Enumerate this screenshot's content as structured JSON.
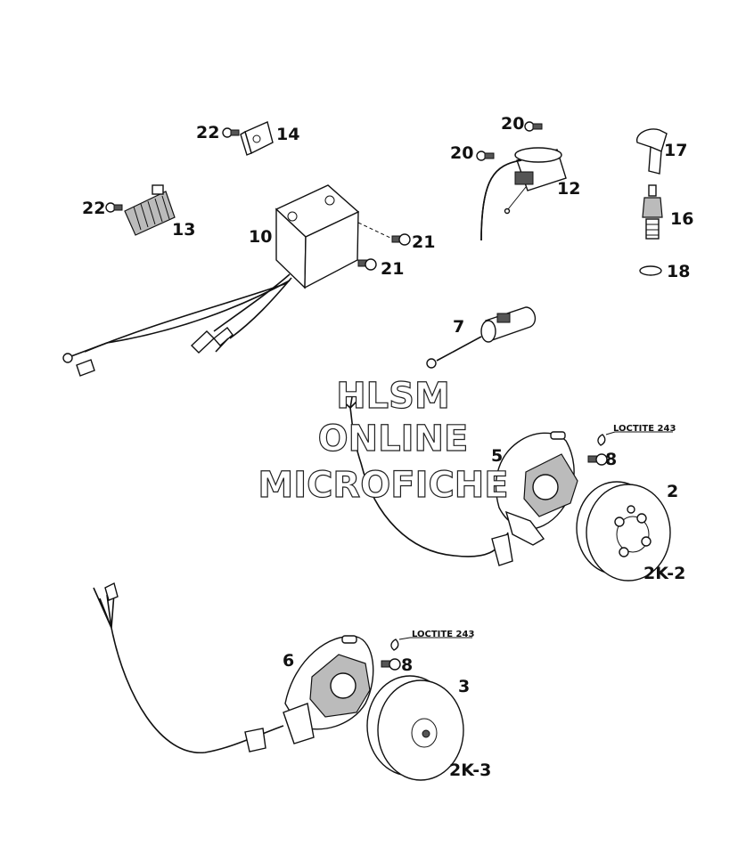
{
  "labels": {
    "p2": "2",
    "p3": "3",
    "p5": "5",
    "p6": "6",
    "p7": "7",
    "p8a": "8",
    "p8b": "8",
    "p10": "10",
    "p12": "12",
    "p13": "13",
    "p14": "14",
    "p16": "16",
    "p17": "17",
    "p18": "18",
    "p20a": "20",
    "p20b": "20",
    "p21a": "21",
    "p21b": "21",
    "p22a": "22",
    "p22b": "22",
    "k2": "2K-2",
    "k3": "2K-3"
  },
  "notes": {
    "loctite_upper": "LOCTITE 243",
    "loctite_lower": "LOCTITE 243"
  },
  "watermark": {
    "line1": "HLSM",
    "line2": "ONLINE",
    "line3": "MICROFICHE"
  }
}
